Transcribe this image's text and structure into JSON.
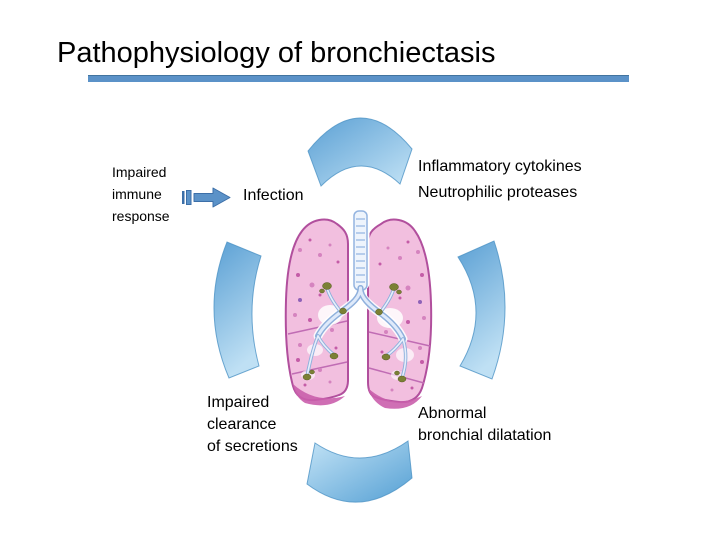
{
  "title": {
    "text": "Pathophysiology of bronchiectasis"
  },
  "labels": {
    "immune_response": {
      "lines": [
        "Impaired",
        "immune",
        "response"
      ]
    },
    "infection": {
      "text": "Infection"
    },
    "inflammatory": {
      "lines": [
        "Inflammatory cytokines",
        "Neutrophilic proteases"
      ]
    },
    "clearance": {
      "lines": [
        "Impaired",
        "clearance",
        "of secretions"
      ]
    },
    "dilatation": {
      "lines": [
        "Abnormal",
        "bronchial dilatation"
      ]
    }
  },
  "icons": {
    "striped_arrow": "striped-right-arrow"
  },
  "colors": {
    "accent_blue": "#5b92c8",
    "arc_blue_dark": "#61a4d6",
    "arc_blue_light": "#bfe0f4",
    "arc_stroke": "#4e94c6",
    "lung_pink": "#f2bfdf",
    "lung_outline": "#b14f9d",
    "airway_blue": "#8fb0dc",
    "mucus_olive": "#7b8035",
    "text": "#000000",
    "background": "#ffffff"
  }
}
